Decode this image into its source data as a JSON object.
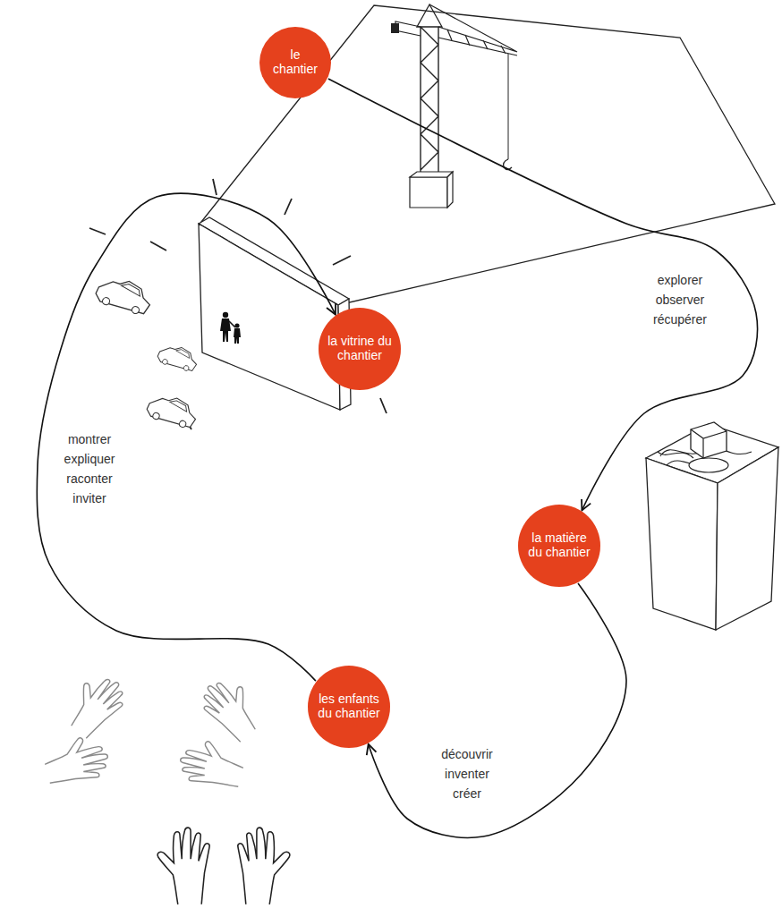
{
  "diagram": {
    "nodes": [
      {
        "text": [
          "le chantier"
        ]
      },
      {
        "text": [
          "la vitrine du chantier"
        ]
      },
      {
        "text": [
          "la matière du chantier"
        ]
      },
      {
        "text": [
          "les enfants du chantier"
        ]
      }
    ],
    "edges": [
      {
        "from": 0,
        "to": 2,
        "arrow": "to",
        "label": "explorer observer récupérer"
      },
      {
        "from": 2,
        "to": 3,
        "arrow": "to",
        "label": "découvrir inventer créer"
      },
      {
        "from": 3,
        "to": 1,
        "arrow": "to",
        "label": "montrer expliquer raconter inviter"
      }
    ]
  }
}
